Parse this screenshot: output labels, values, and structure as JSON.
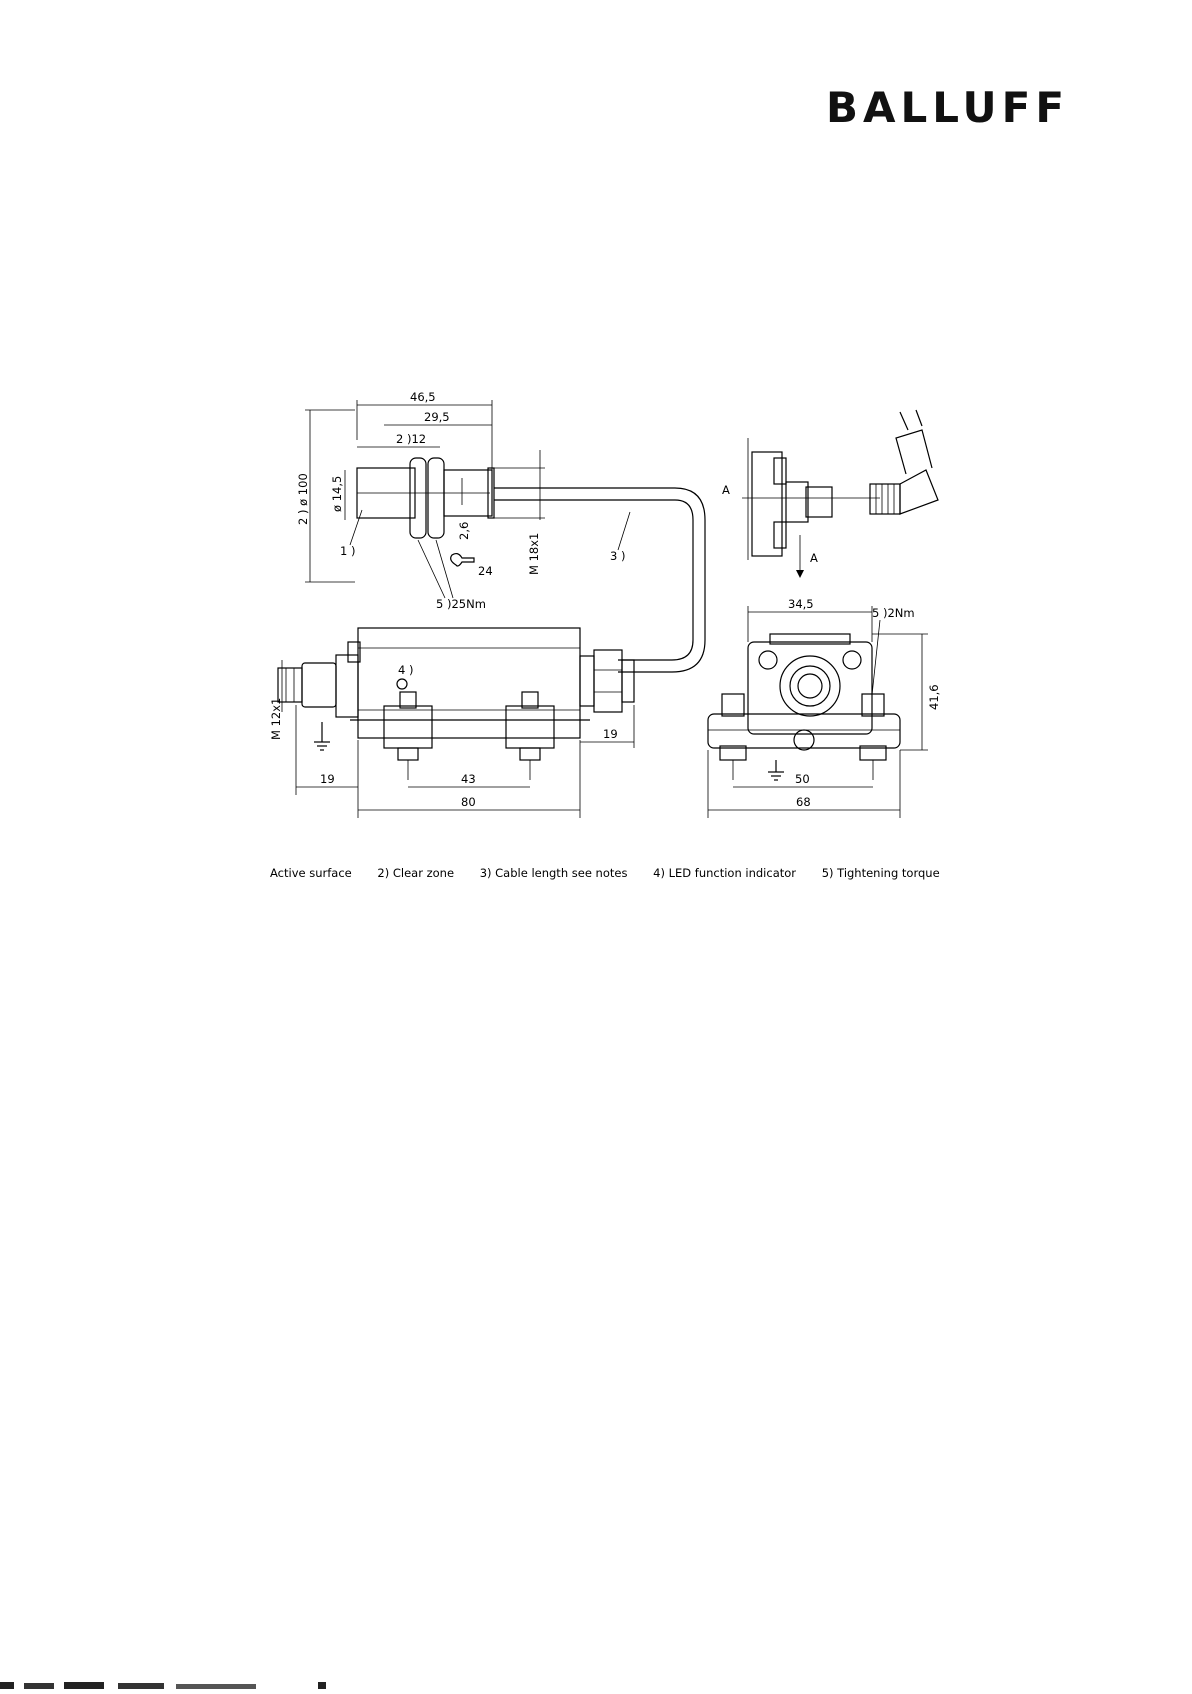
{
  "brand": {
    "name": "BALLUFF"
  },
  "drawing": {
    "top_view": {
      "dim_overall": "46,5",
      "dim_body": "29,5",
      "dim_clear_zone": "2 )12",
      "dim_diameter_active": "ø 14,5",
      "dim_clear_zone_diameter": "2 ) ø 100",
      "dim_thread": "M 18x1",
      "dim_nut": "2,6",
      "label_active": "1 )",
      "label_cable": "3 )",
      "label_torque": "5 )25Nm",
      "label_wrench": "24"
    },
    "connector_view": {
      "label_a_left": "A",
      "label_a_arrow": "A"
    },
    "front_view": {
      "dim_thread": "M 12x1",
      "dim_19_left": "19",
      "dim_43": "43",
      "dim_80": "80",
      "dim_19_right": "19",
      "label_led": "4 )"
    },
    "side_view": {
      "dim_34_5": "34,5",
      "dim_41_6": "41,6",
      "dim_50": "50",
      "dim_68": "68",
      "label_torque": "5 )2Nm"
    }
  },
  "legend": {
    "items": [
      "Active surface",
      "2) Clear zone",
      "3) Cable length see notes",
      "4) LED function indicator",
      "5) Tightening torque"
    ]
  }
}
